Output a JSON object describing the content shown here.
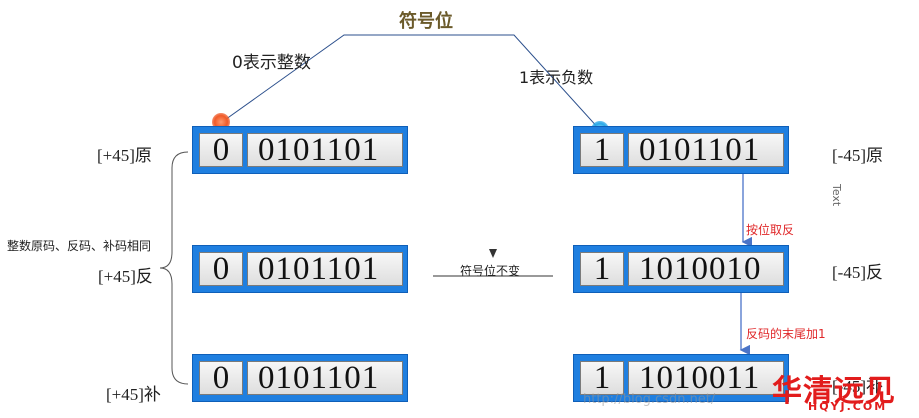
{
  "title": "符号位",
  "left_annot": "0表示整数",
  "right_annot": "1表示负数",
  "side_note": "整数原码、反码、补码相同",
  "middle_note": "符号位不变",
  "text_placeholder": "Text",
  "arrow_labels": {
    "invert": "按位取反",
    "add_one": "反码的末尾加1"
  },
  "rows": {
    "pos_original": {
      "label": "[+45]原",
      "sign": "0",
      "magnitude": "0101101"
    },
    "pos_ones": {
      "label": "[+45]反",
      "sign": "0",
      "magnitude": "0101101"
    },
    "pos_twos": {
      "label": "[+45]补",
      "sign": "0",
      "magnitude": "0101101"
    },
    "neg_original": {
      "label": "[-45]原",
      "sign": "1",
      "magnitude": "0101101"
    },
    "neg_ones": {
      "label": "[-45]反",
      "sign": "1",
      "magnitude": "1010010"
    },
    "neg_twos": {
      "label": "[-45]补",
      "sign": "1",
      "magnitude": "1010011"
    }
  },
  "watermark": {
    "url": "http://blog.csdn.net/",
    "brand": "华清远见",
    "domain": "HQYJ.COM"
  },
  "colors": {
    "box_blue": "#1f7fe0",
    "line_blue": "#2b4f8c",
    "arrow_blue": "#4a74c8",
    "annot_red": "#e0282a",
    "title_brown": "#6b5a2a",
    "brand_red": "#e21c1c",
    "orange_dot": "#f05a28",
    "cyan_dot": "#29a8e8"
  }
}
